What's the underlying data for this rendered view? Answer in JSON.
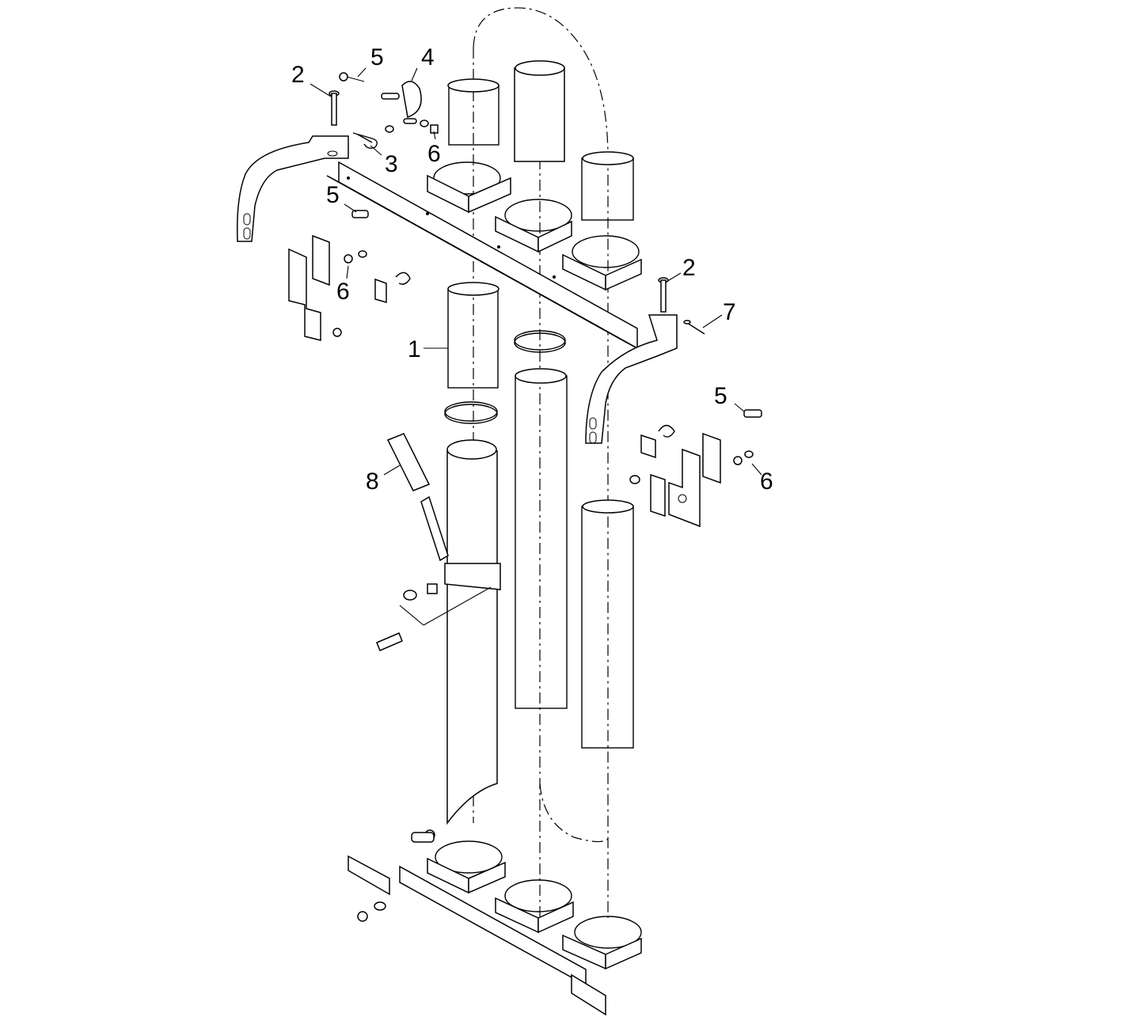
{
  "callouts": [
    {
      "id": "c-2a",
      "text": "2"
    },
    {
      "id": "c-5a",
      "text": "5"
    },
    {
      "id": "c-4",
      "text": "4"
    },
    {
      "id": "c-6a",
      "text": "6"
    },
    {
      "id": "c-3",
      "text": "3"
    },
    {
      "id": "c-5b",
      "text": "5"
    },
    {
      "id": "c-6b",
      "text": "6"
    },
    {
      "id": "c-1",
      "text": "1"
    },
    {
      "id": "c-2b",
      "text": "2"
    },
    {
      "id": "c-7",
      "text": "7"
    },
    {
      "id": "c-5c",
      "text": "5"
    },
    {
      "id": "c-6c",
      "text": "6"
    },
    {
      "id": "c-8",
      "text": "8"
    }
  ]
}
